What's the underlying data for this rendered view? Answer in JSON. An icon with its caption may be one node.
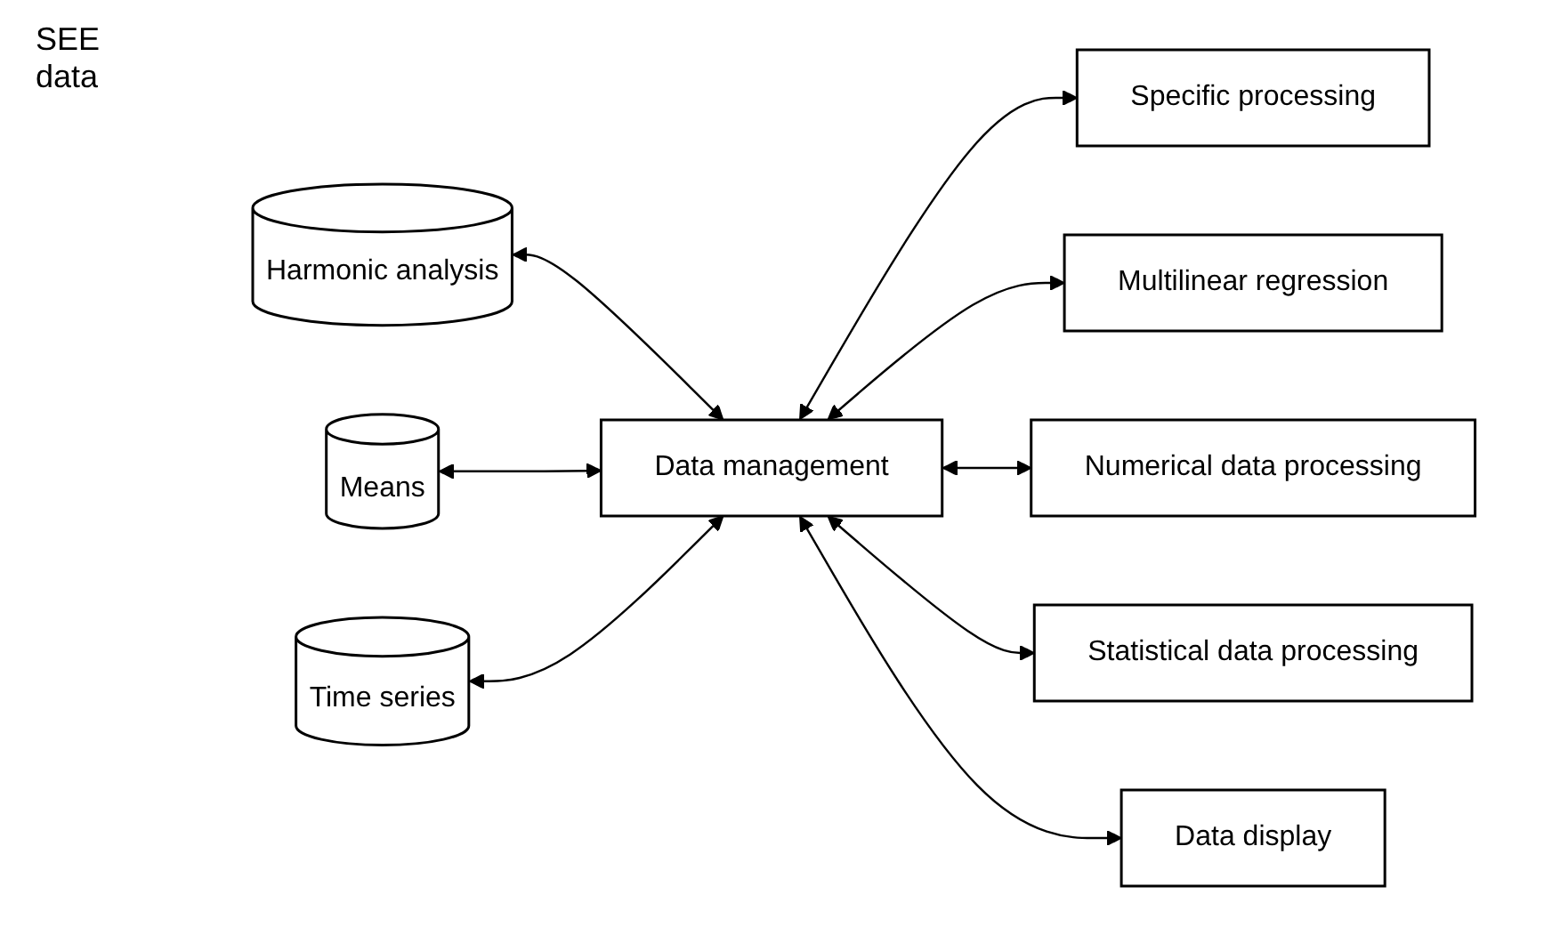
{
  "diagram": {
    "nodes": [
      {
        "text": [
          "Harmonic analysis"
        ]
      },
      {
        "text": [
          "Means"
        ]
      },
      {
        "text": [
          "Time series"
        ]
      },
      {
        "text": [
          "Data management"
        ]
      },
      {
        "text": [
          "Specific processing"
        ]
      },
      {
        "text": [
          "Multilinear regression"
        ]
      },
      {
        "text": [
          "Numerical data processing"
        ]
      },
      {
        "text": [
          "Statistical data processing"
        ]
      },
      {
        "text": [
          "Data display"
        ]
      }
    ],
    "edges": [
      {
        "from": 0,
        "to": 3,
        "arrow": "both"
      },
      {
        "from": 1,
        "to": 3,
        "arrow": "both"
      },
      {
        "from": 2,
        "to": 3,
        "arrow": "both"
      },
      {
        "from": 3,
        "to": 4,
        "arrow": "both"
      },
      {
        "from": 3,
        "to": 5,
        "arrow": "both"
      },
      {
        "from": 3,
        "to": 6,
        "arrow": "both"
      },
      {
        "from": 3,
        "to": 7,
        "arrow": "both"
      },
      {
        "from": 3,
        "to": 8,
        "arrow": "both"
      }
    ],
    "labels": [
      "SEE data"
    ]
  }
}
